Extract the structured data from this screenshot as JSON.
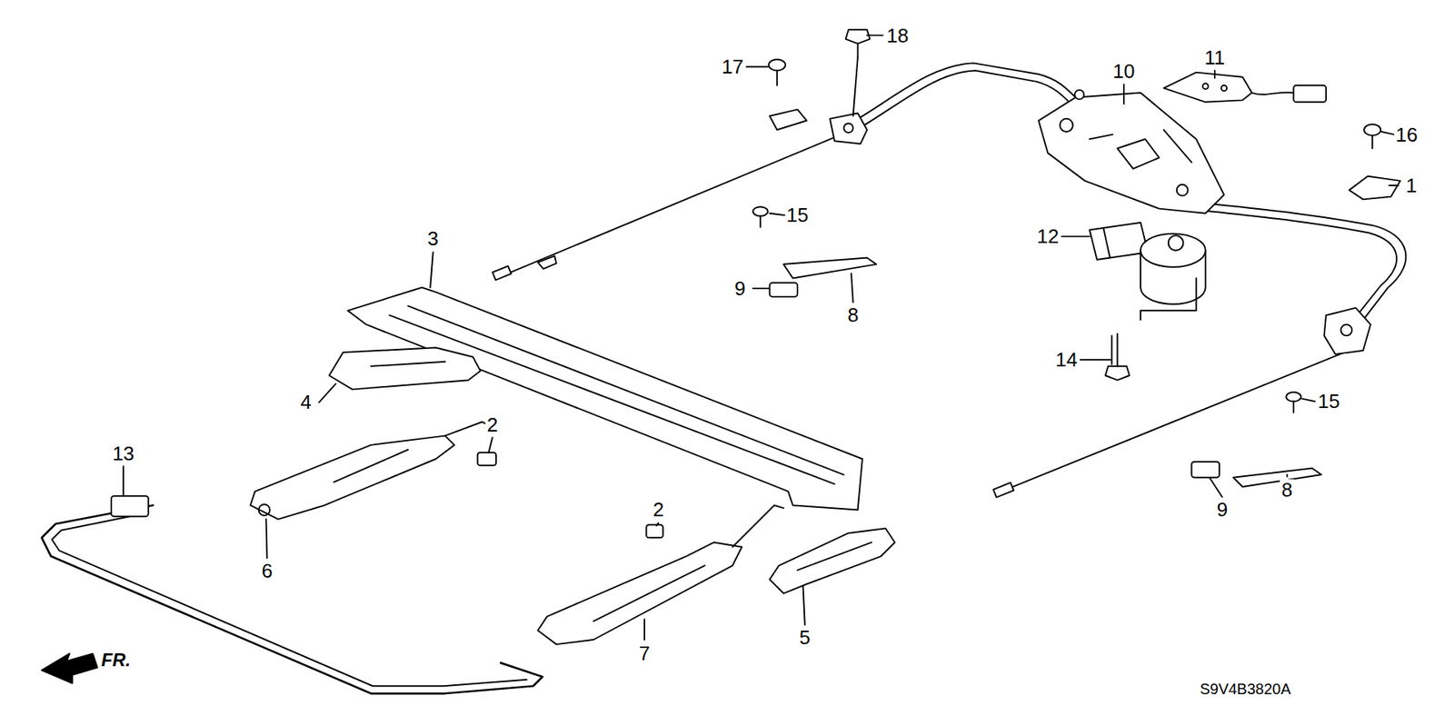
{
  "diagram": {
    "labels": [
      "18",
      "17",
      "10",
      "11",
      "16",
      "1",
      "15",
      "3",
      "12",
      "9",
      "8",
      "14",
      "15",
      "4",
      "2",
      "9",
      "8",
      "13",
      "6",
      "2",
      "7",
      "5",
      "FR.",
      "S9V4B3820A"
    ]
  }
}
